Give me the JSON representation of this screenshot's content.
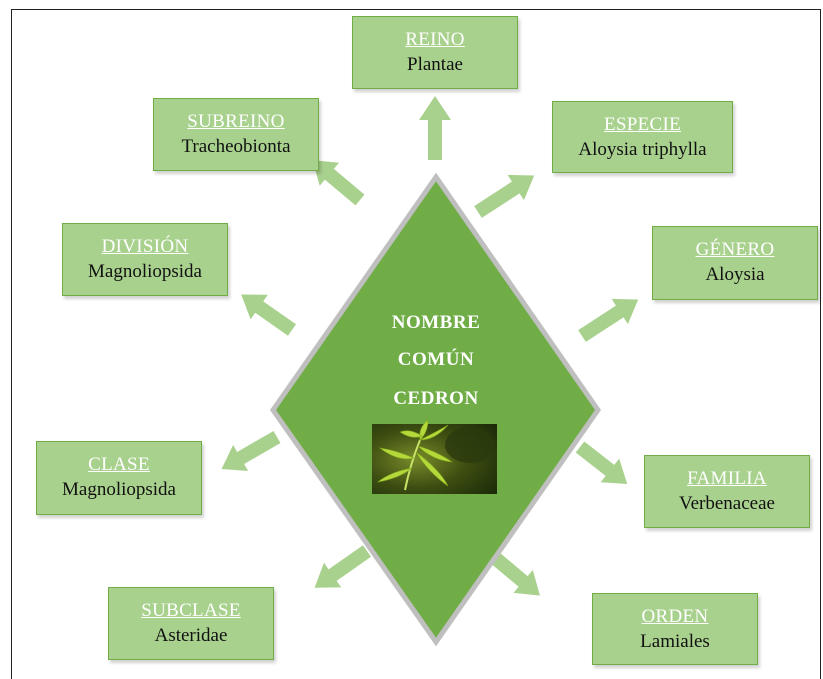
{
  "center": {
    "line1": "NOMBRE",
    "line2": "COMÚN",
    "line3": "CEDRON"
  },
  "boxes": {
    "reino": {
      "rank": "REINO",
      "value": "Plantae"
    },
    "especie": {
      "rank": "ESPECIE",
      "value": "Aloysia triphylla"
    },
    "genero": {
      "rank": "GÉNERO",
      "value": "Aloysia"
    },
    "familia": {
      "rank": "FAMILIA",
      "value": "Verbenaceae"
    },
    "orden": {
      "rank": "ORDEN",
      "value": "Lamiales"
    },
    "subclase": {
      "rank": "SUBCLASE",
      "value": "Asteridae"
    },
    "clase": {
      "rank": "CLASE",
      "value": "Magnoliopsida"
    },
    "division": {
      "rank": "DIVISIÓN",
      "value": "Magnoliopsida"
    },
    "subreino": {
      "rank": "SUBREINO",
      "value": "Tracheobionta"
    }
  },
  "colors": {
    "diamond_fill": "#70ad47",
    "diamond_border": "#bfbfbf",
    "box_fill": "#a9d18e",
    "arrow_fill": "#a9d18e",
    "rank_text": "#ffffff"
  },
  "icons": {
    "photo": "cedron-plant-photo"
  }
}
